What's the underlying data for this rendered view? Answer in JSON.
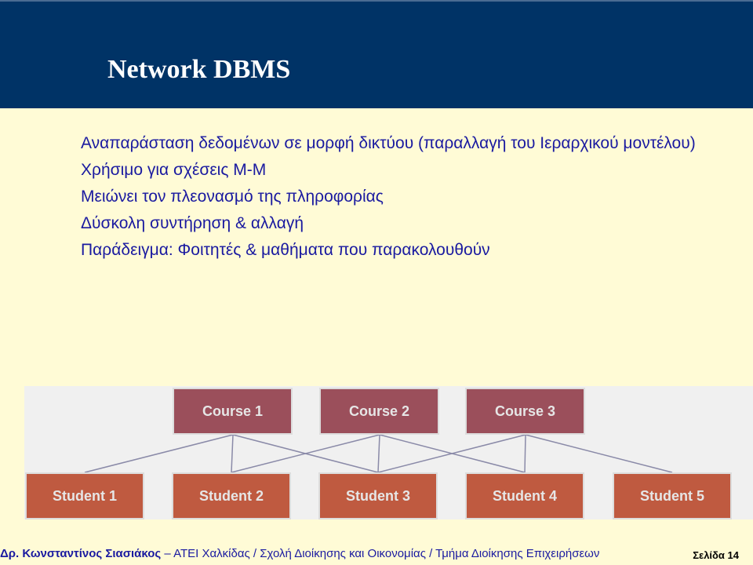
{
  "title": "Network DBMS",
  "bullets": [
    "Αναπαράσταση δεδομένων σε μορφή δικτύου (παραλλαγή του Ιεραρχικού μοντέλου)",
    "Χρήσιμο για σχέσεις M-M",
    "Μειώνει τον πλεονασμό της πληροφορίας",
    "Δύσκολη συντήρηση & αλλαγή",
    "Παράδειγμα: Φοιτητές & μαθήματα που παρακολουθούν"
  ],
  "diagram": {
    "courses": [
      "Course 1",
      "Course 2",
      "Course 3"
    ],
    "students": [
      "Student 1",
      "Student 2",
      "Student 3",
      "Student 4",
      "Student 5"
    ],
    "colors": {
      "course": "#9b4f5b",
      "student": "#bf5a40",
      "line": "#8a8aa8"
    }
  },
  "footer": {
    "author": "Δρ. Κωνσταντίνος Σιασιάκος",
    "separator": " – ",
    "affiliation": "ΑΤΕΙ Χαλκίδας / Σχολή Διοίκησης και Οικονομίας / Τμήμα Διοίκησης Επιχειρήσεων",
    "page": "Σελίδα 14"
  }
}
